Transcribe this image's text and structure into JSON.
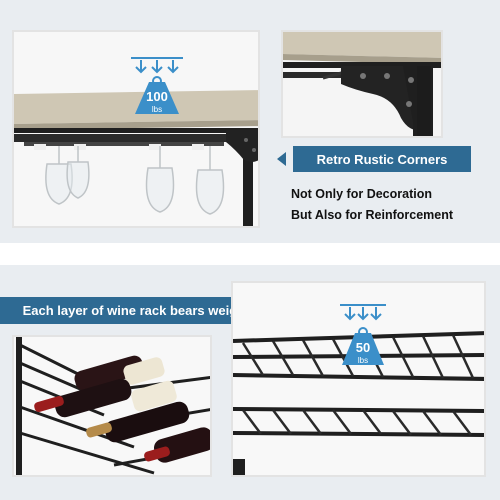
{
  "top_weight": {
    "value": "100",
    "unit": "lbs"
  },
  "bottom_weight": {
    "value": "50",
    "unit": "lbs"
  },
  "corner_label": "Retro Rustic Corners",
  "corner_caption_1": "Not Only for Decoration",
  "corner_caption_2": "But Also for Reinforcement",
  "rack_label": "Each layer of wine rack bears weight",
  "colors": {
    "accent": "#2e6a93",
    "badge": "#3b8fc9",
    "band": "#e9edf1",
    "wood": "#cfc7b4",
    "metal": "#1f1f1f"
  }
}
